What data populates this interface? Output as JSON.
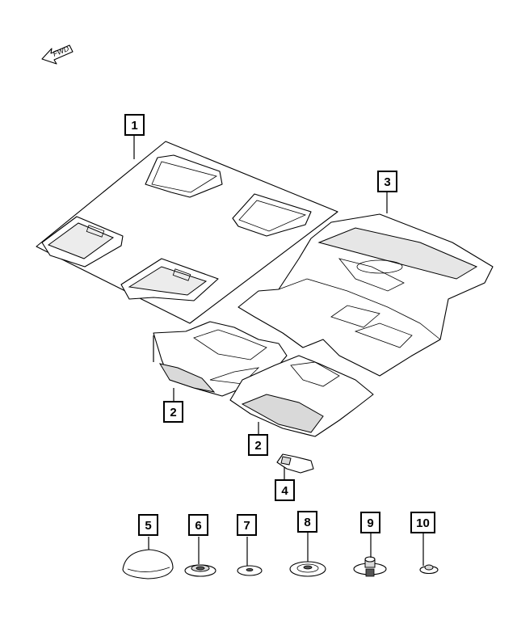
{
  "fwd_label": "FWD",
  "callouts": [
    {
      "id": "c1",
      "label": "1"
    },
    {
      "id": "c2a",
      "label": "2"
    },
    {
      "id": "c2b",
      "label": "2"
    },
    {
      "id": "c3",
      "label": "3"
    },
    {
      "id": "c4",
      "label": "4"
    },
    {
      "id": "c5",
      "label": "5"
    },
    {
      "id": "c6",
      "label": "6"
    },
    {
      "id": "c7",
      "label": "7"
    },
    {
      "id": "c8",
      "label": "8"
    },
    {
      "id": "c9",
      "label": "9"
    },
    {
      "id": "c10",
      "label": "10"
    }
  ]
}
